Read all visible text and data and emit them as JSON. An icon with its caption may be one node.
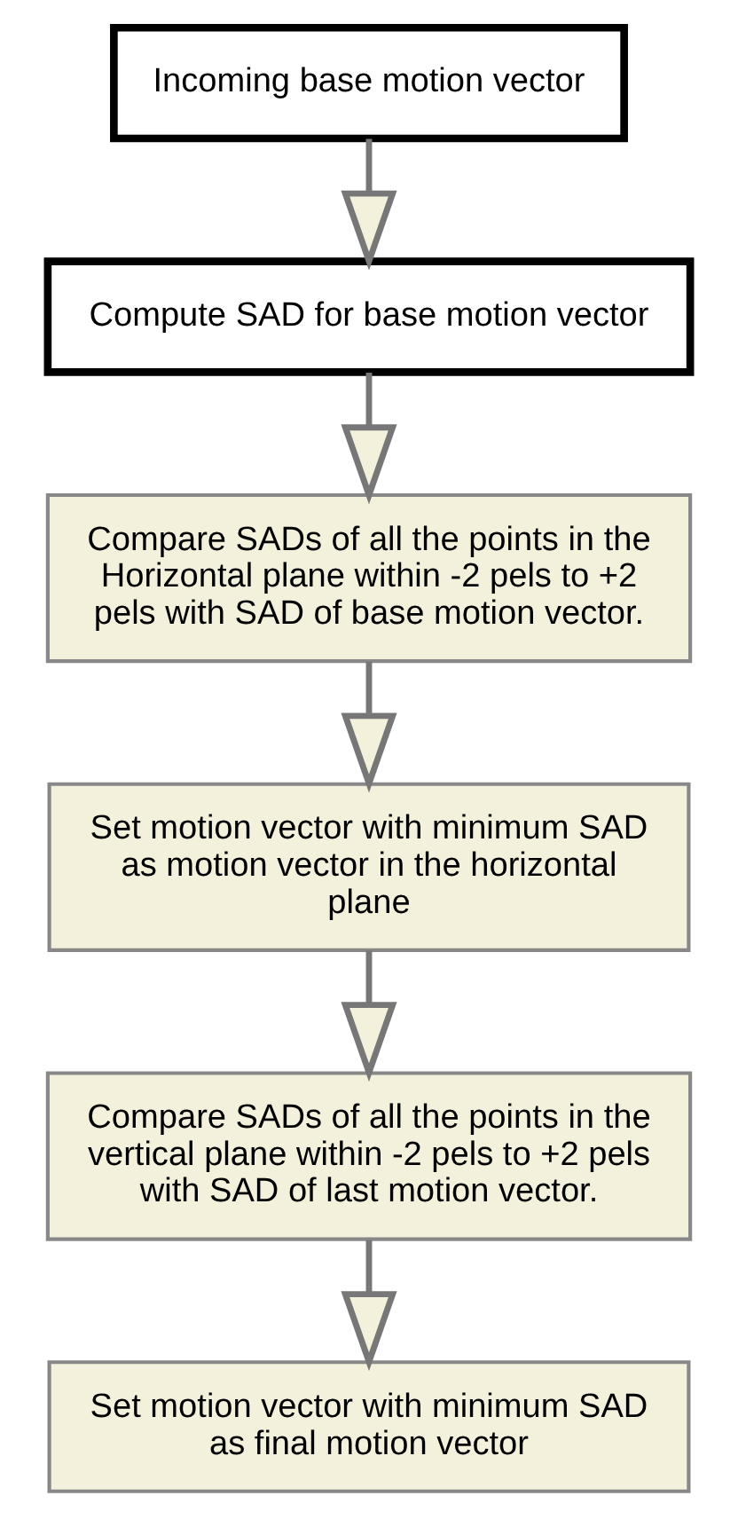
{
  "diagram": {
    "nodes": [
      {
        "text": [
          "Incoming base motion vector"
        ]
      },
      {
        "text": [
          "Compute SAD for base motion vector"
        ]
      },
      {
        "text": [
          "Compare SADs of all the points in the Horizontal plane within -2 pels to +2 pels with SAD of base motion vector."
        ]
      },
      {
        "text": [
          "Set motion vector with minimum SAD as motion vector in the horizontal plane"
        ]
      },
      {
        "text": [
          "Compare SADs of all the points in the vertical plane within -2 pels to +2 pels with SAD of last motion vector."
        ]
      },
      {
        "text": [
          "Set motion vector with minimum SAD as final motion vector"
        ]
      }
    ],
    "edges": [
      {
        "from": 0,
        "to": 1,
        "arrow": "to"
      },
      {
        "from": 1,
        "to": 2,
        "arrow": "to"
      },
      {
        "from": 2,
        "to": 3,
        "arrow": "to"
      },
      {
        "from": 3,
        "to": 4,
        "arrow": "to"
      },
      {
        "from": 4,
        "to": 5,
        "arrow": "to"
      }
    ]
  }
}
